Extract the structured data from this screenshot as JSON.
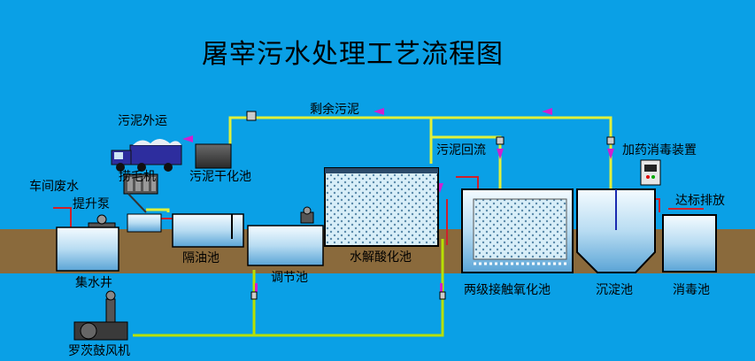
{
  "title": "屠宰污水处理工艺流程图",
  "labels": {
    "sludge_out": "污泥外运",
    "sludge_dry": "污泥干化池",
    "residual_sludge": "剩余污泥",
    "sludge_return": "污泥回流",
    "dosing": "加药消毒装置",
    "workshop": "车间废水",
    "lift_pump": "提升泵",
    "screen": "捞毛机",
    "discharge": "达标排放",
    "well": "集水井",
    "oil_sep": "隔油池",
    "equalization": "调节池",
    "hydrolysis": "水解酸化池",
    "contact_ox": "两级接触氧化池",
    "sedimentation": "沉淀池",
    "disinfection": "消毒池",
    "blower": "罗茨鼓风机"
  },
  "colors": {
    "background": "#0aa0e6",
    "ground": "#8a6a3c",
    "pipe": "#c8e600",
    "sludge_pipe": "#e0f03a",
    "water_line": "#d0202a",
    "arrow": "#d020d0",
    "tank_water": "#cfe6f5"
  }
}
